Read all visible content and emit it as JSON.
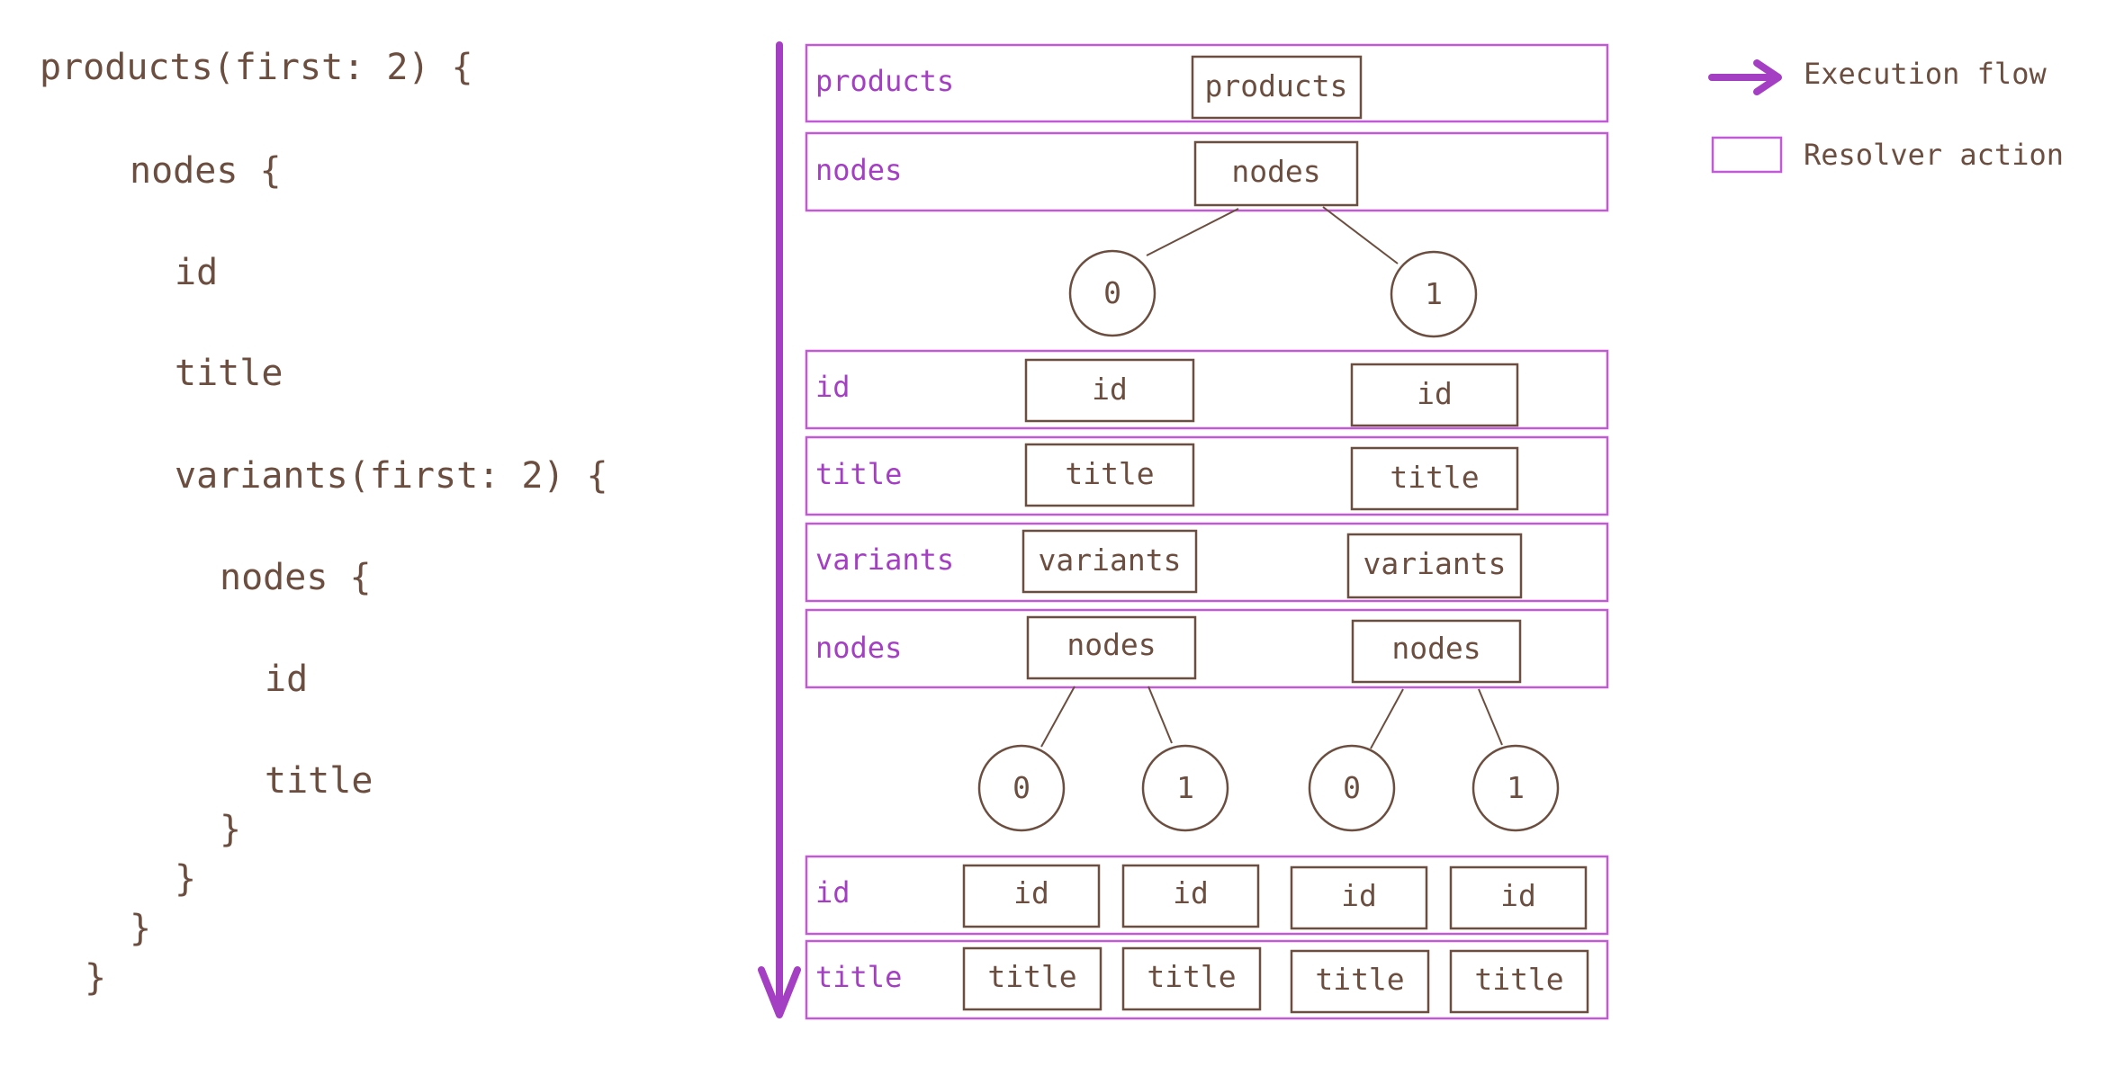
{
  "code": [
    "products(first: 2) {",
    "nodes {",
    "id",
    "title",
    "variants(first: 2) {",
    "nodes {",
    "id",
    "title",
    "}",
    "}",
    "}",
    "}"
  ],
  "rows": [
    {
      "label": "products",
      "cells": [
        "products"
      ]
    },
    {
      "label": "nodes",
      "cells": [
        "nodes"
      ]
    },
    {
      "label": "id",
      "cells": [
        "id",
        "id"
      ]
    },
    {
      "label": "title",
      "cells": [
        "title",
        "title"
      ]
    },
    {
      "label": "variants",
      "cells": [
        "variants",
        "variants"
      ]
    },
    {
      "label": "nodes",
      "cells": [
        "nodes",
        "nodes"
      ]
    },
    {
      "label": "id",
      "cells": [
        "id",
        "id",
        "id",
        "id"
      ]
    },
    {
      "label": "title",
      "cells": [
        "title",
        "title",
        "title",
        "title"
      ]
    }
  ],
  "index_nodes_level1": [
    "0",
    "1"
  ],
  "index_nodes_level2": [
    "0",
    "1",
    "0",
    "1"
  ],
  "legend": {
    "execution_flow": "Execution flow",
    "resolver_action": "Resolver action"
  },
  "colors": {
    "text": "#6b4e3f",
    "accent": "#a43fc4"
  }
}
